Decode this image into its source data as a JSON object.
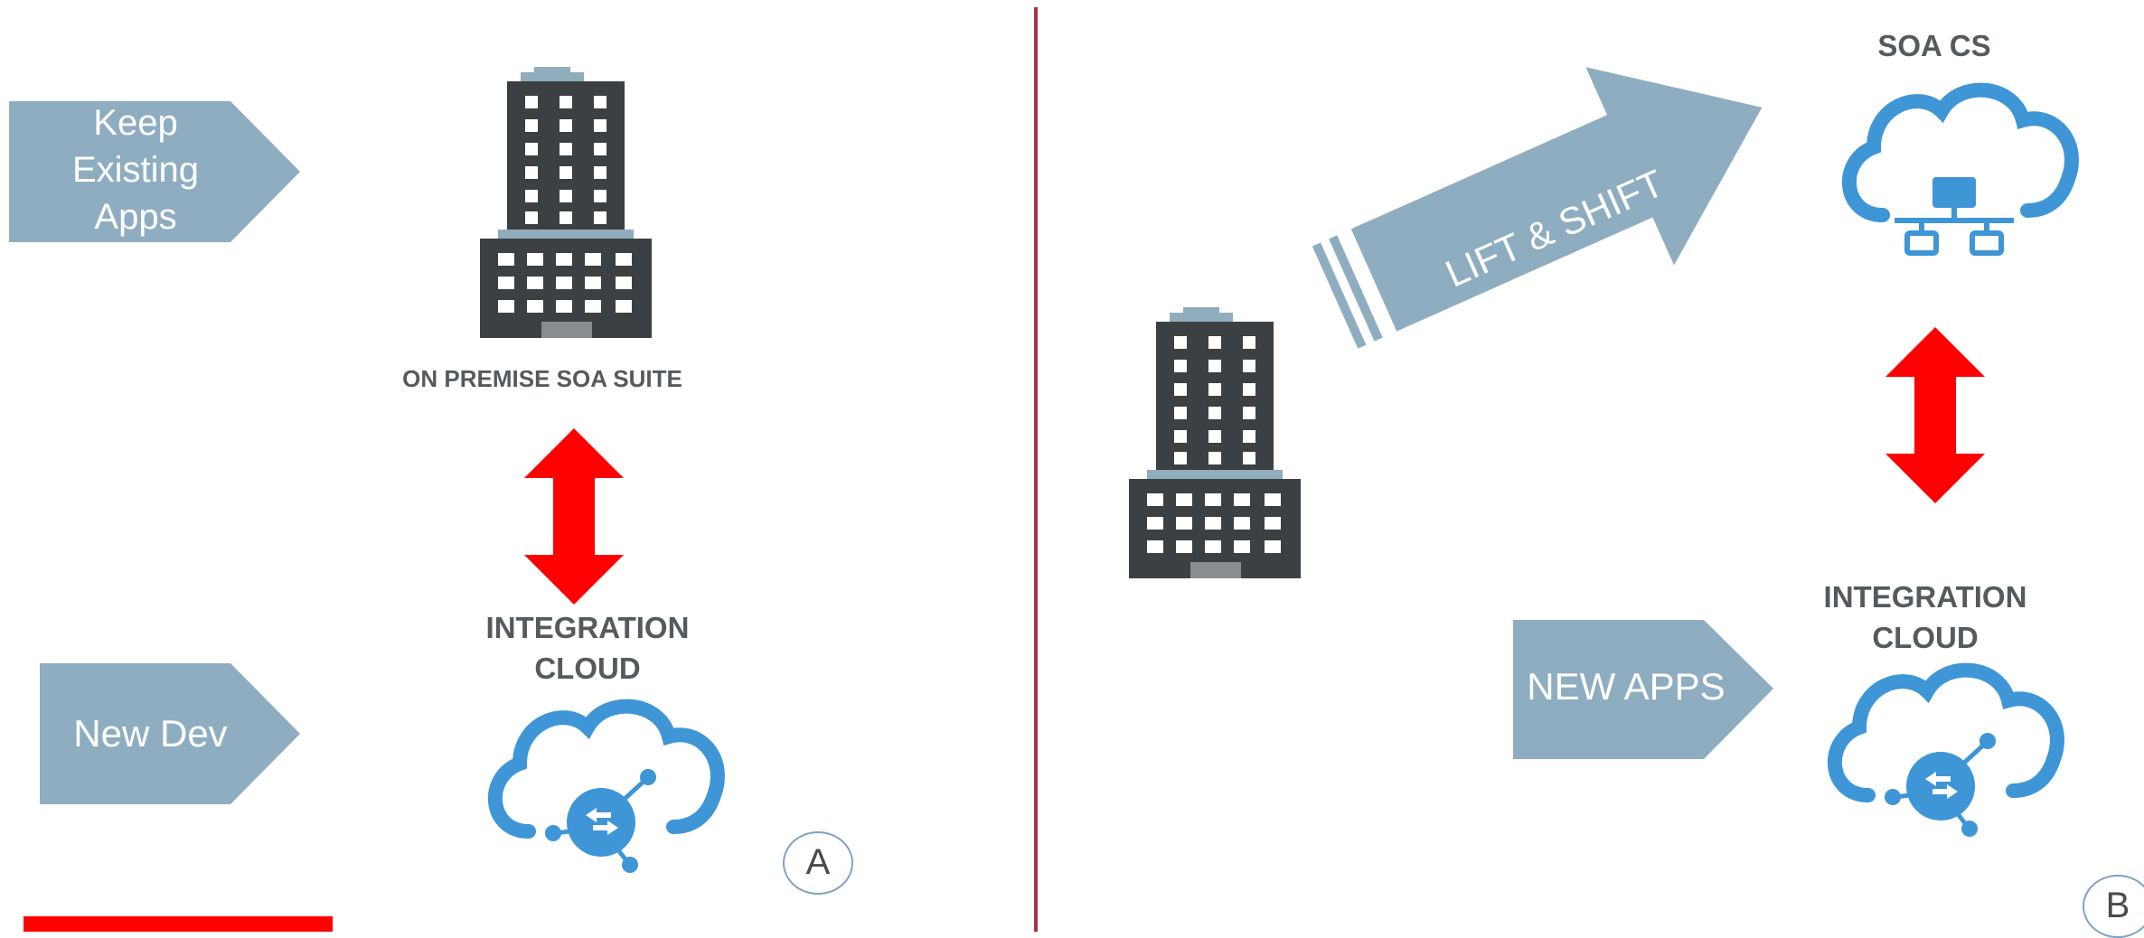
{
  "colors": {
    "arrow_fill": "#8fadc0",
    "building": "#3d4043",
    "building_accent": "#8fadbc",
    "cloud": "#3f96d6",
    "double_arrow": "#ff0000",
    "divider": "#a83246",
    "label_text": "#555a5e"
  },
  "left_panel": {
    "keep_existing": [
      "Keep",
      "Existing",
      "Apps"
    ],
    "new_dev": "New Dev",
    "on_premise_label": "ON PREMISE SOA SUITE",
    "integration_cloud": [
      "INTEGRATION",
      "CLOUD"
    ],
    "marker": "A",
    "building_icon": "office-building-icon",
    "cloud_icon": "integration-cloud-icon"
  },
  "right_panel": {
    "lift_shift": "LIFT & SHIFT",
    "soa_cs": "SOA CS",
    "new_apps": "NEW APPS",
    "integration_cloud": [
      "INTEGRATION",
      "CLOUD"
    ],
    "marker": "B",
    "building_icon": "office-building-icon",
    "soa_cloud_icon": "network-cloud-icon",
    "cloud_icon": "integration-cloud-icon"
  }
}
